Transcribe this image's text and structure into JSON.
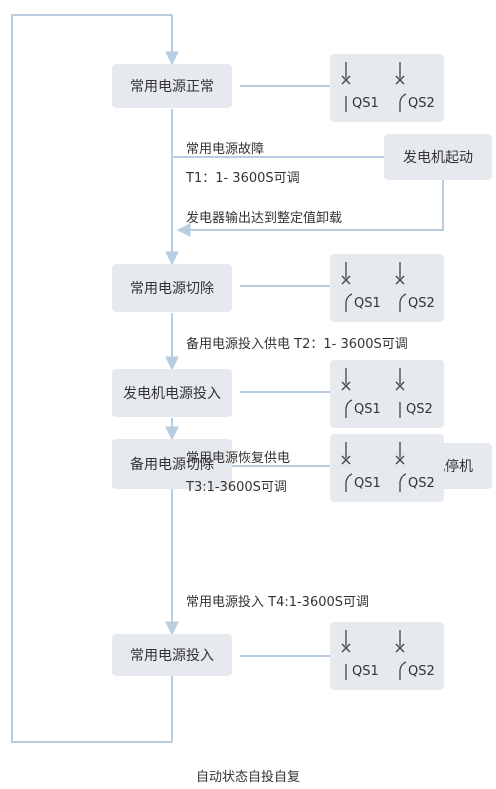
{
  "states": {
    "s1": "常用电源正常",
    "s2": "常用电源切除",
    "s3": "发电机电源投入",
    "s4": "备用电源切除",
    "s5": "常用电源投入"
  },
  "generator": {
    "start": "发电机起动",
    "stop": "发电机停机"
  },
  "labels": {
    "l1": "常用电源故障",
    "l2": "T1：1- 3600S可调",
    "l3": "发电器输出达到整定值卸载",
    "l4": "备用电源投入供电 T2：1- 3600S可调",
    "l5": "常用电源恢复供电",
    "l6": "T3:1-3600S可调",
    "l7": "常用电源投入 T4:1-3600S可调"
  },
  "switch": {
    "qs1": "QS1",
    "qs2": "QS2"
  },
  "caption": "自动状态自投自复",
  "colors": {
    "line": "#b8cde0",
    "box": "#e6e9ed",
    "symbol": "#444444"
  }
}
